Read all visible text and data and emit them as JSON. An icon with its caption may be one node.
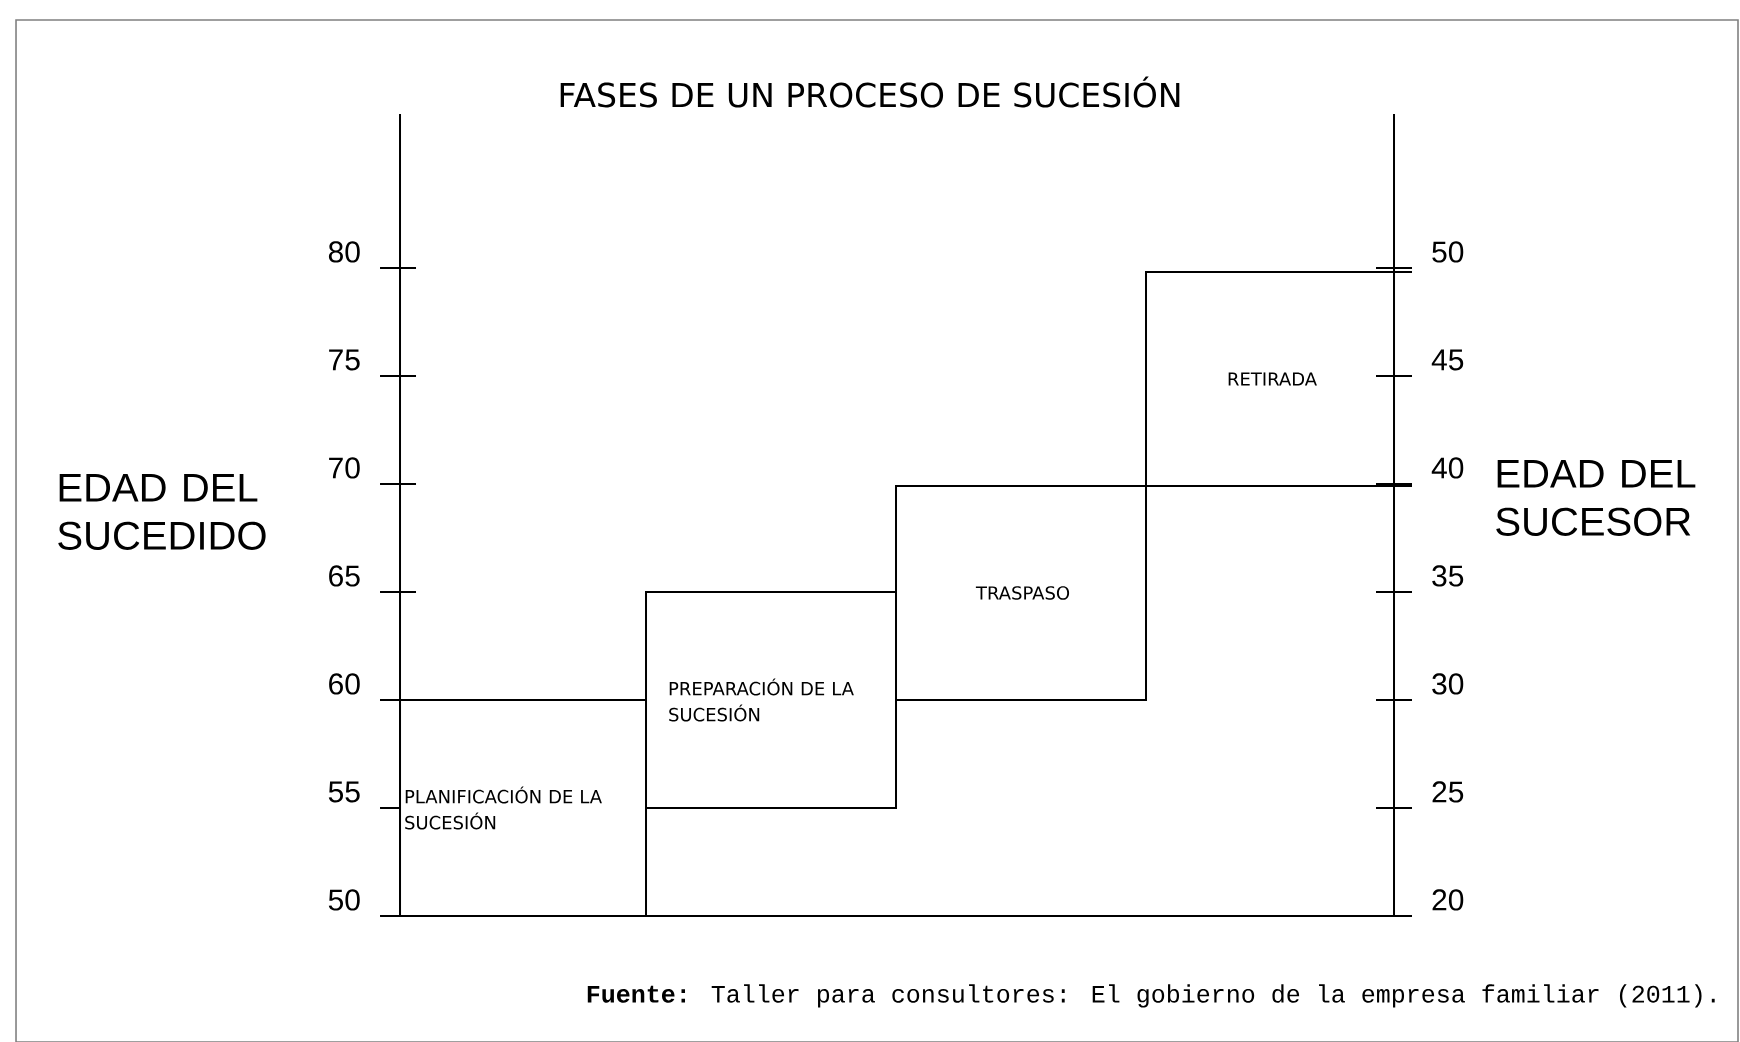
{
  "diagram": {
    "title": "FASES DE UN PROCESO DE SUCESIÓN",
    "caption": "**Fuente:** Taller para consultores: El gobierno de la empresa familiar (2011).",
    "nodes": [
      {
        "text": [
          "RETIRADA"
        ]
      },
      {
        "text": [
          "TRASPASO"
        ]
      },
      {
        "text": [
          "PREPARACIÓN DE LA SUCESIÓN"
        ]
      },
      {
        "text": [
          "PLANIFICACIÓN DE LA SUCESIÓN"
        ]
      }
    ],
    "labels": [
      "80",
      "50",
      "75",
      "45",
      "EDAD DEL SUCEDIDO",
      "70",
      "40",
      "EDAD DEL SUCESOR",
      "65",
      "35",
      "60",
      "30",
      "55",
      "25",
      "50",
      "20"
    ]
  }
}
